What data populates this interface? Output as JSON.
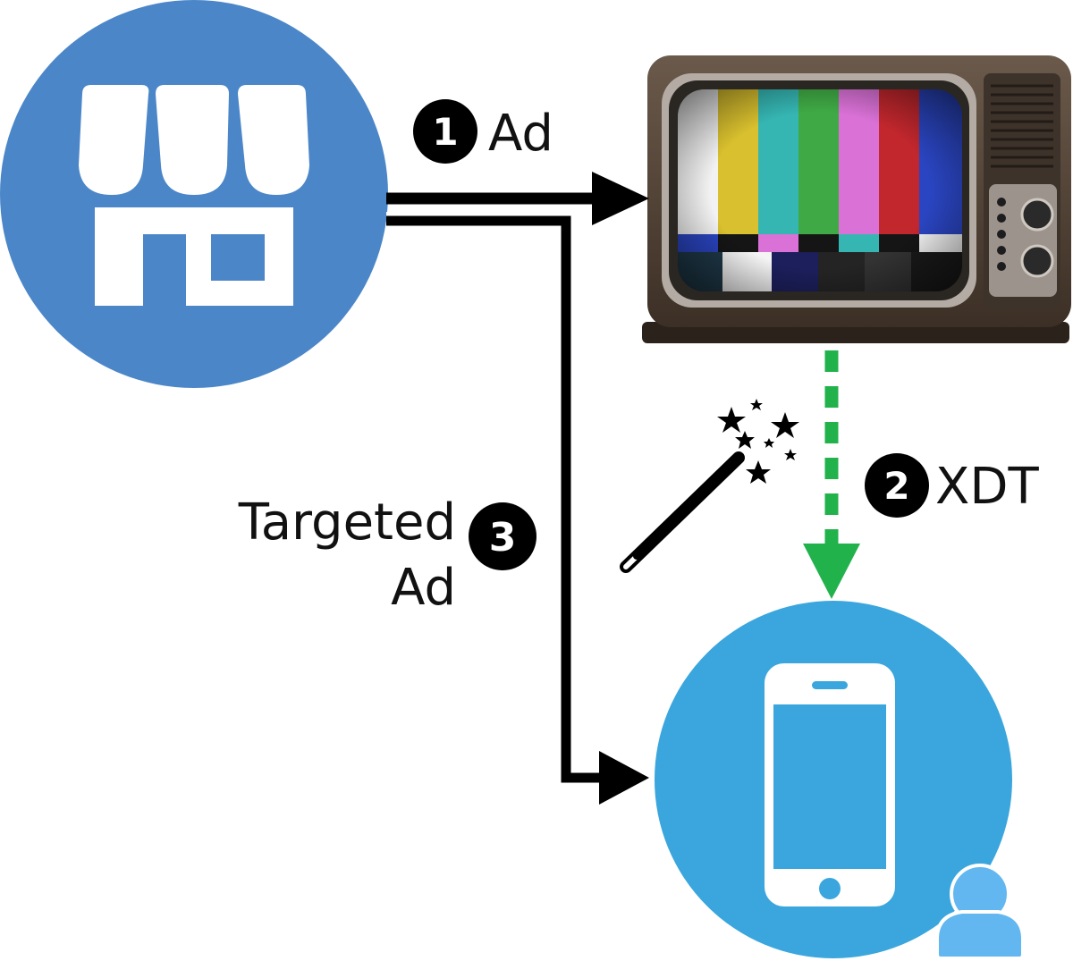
{
  "steps": [
    {
      "number": "1",
      "label": "Ad"
    },
    {
      "number": "2",
      "label": "XDT"
    },
    {
      "number": "3",
      "label_line1": "Targeted",
      "label_line2": "Ad"
    }
  ],
  "icons": {
    "advertiser": "storefront-icon",
    "broadcast": "television-icon",
    "device": "smartphone-icon",
    "user": "user-icon",
    "tracking": "magic-wand-icon"
  },
  "colors": {
    "store_circle": "#4b86c8",
    "phone_circle": "#3aa6dd",
    "user_icon": "#63b7f0",
    "xdt_arrow": "#22b24c",
    "ad_arrows": "#000000",
    "badge": "#000000"
  }
}
